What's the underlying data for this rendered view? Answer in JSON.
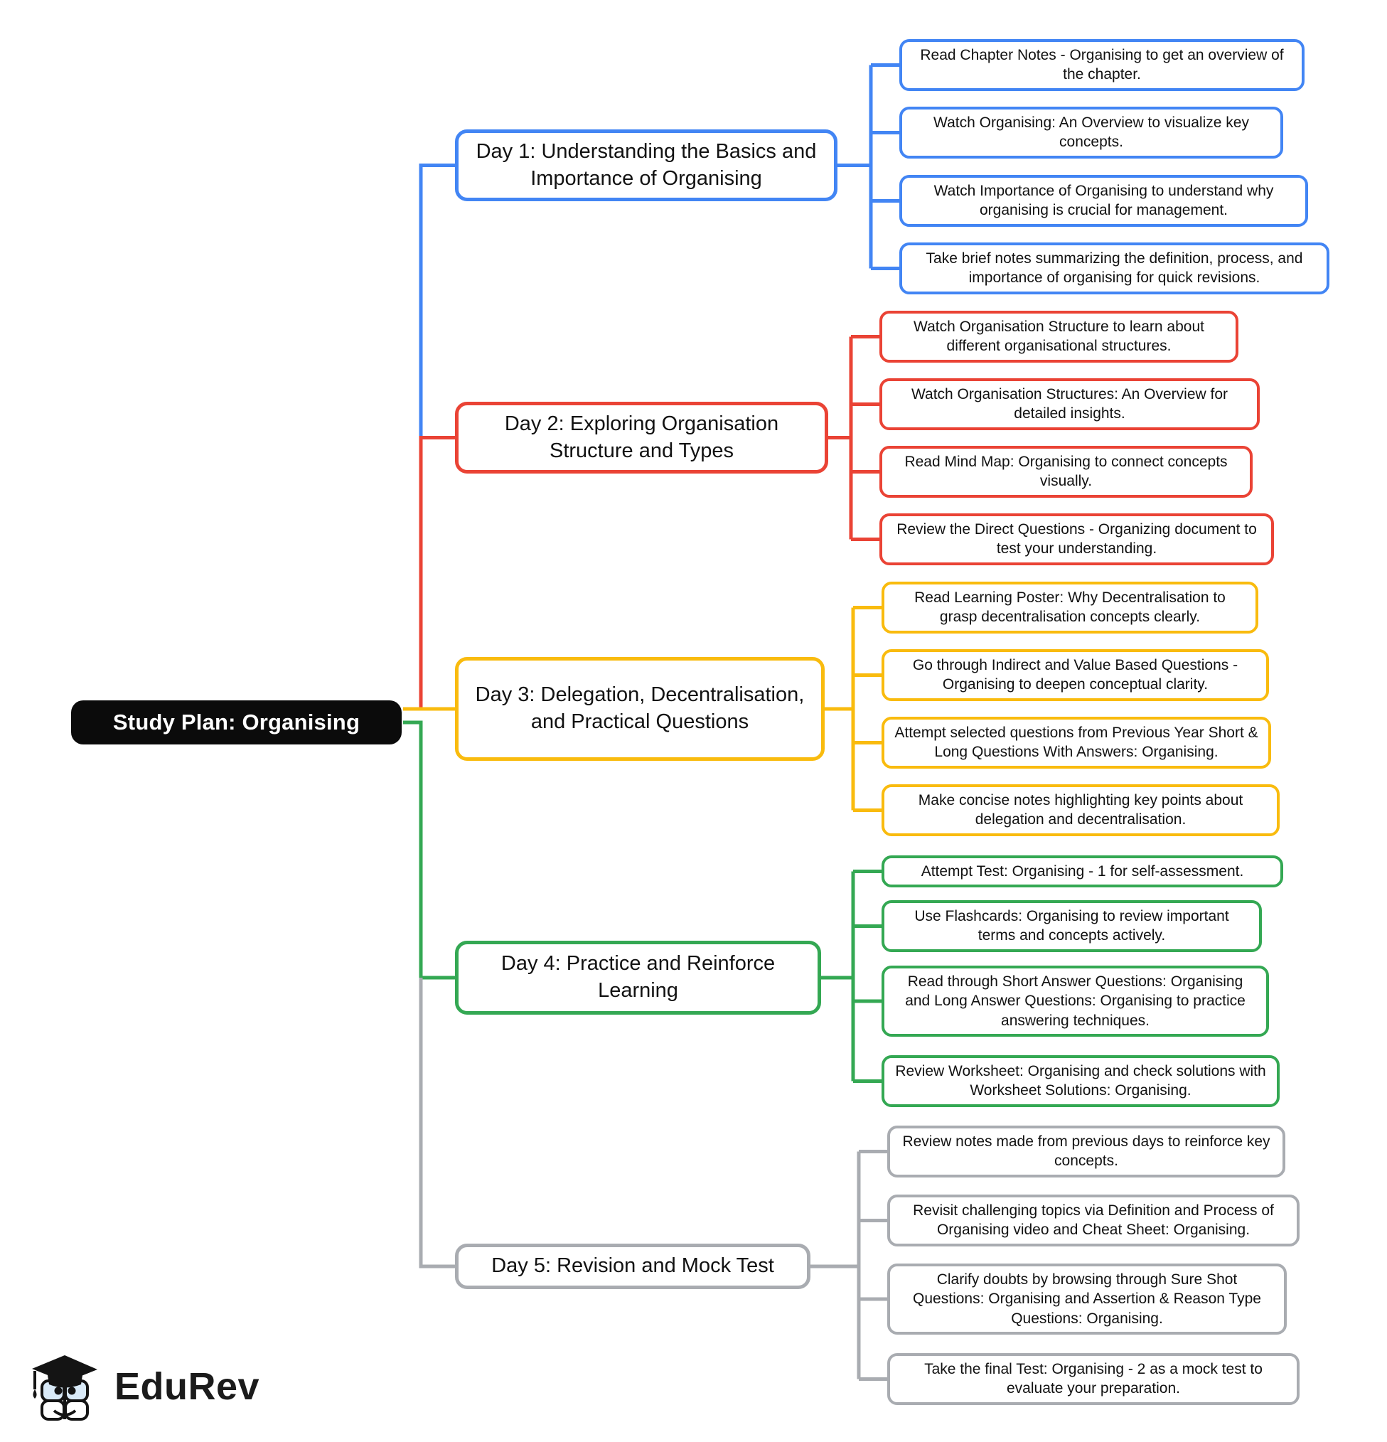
{
  "root": {
    "label": "Study Plan: Organising"
  },
  "logo": {
    "brand": "EduRev"
  },
  "colors": {
    "root_bg": "#0b0b0b",
    "day1_blue": "#4285F4",
    "day2_red": "#EA4335",
    "day3_yellow": "#F9BB0E",
    "day4_green": "#34A853",
    "day5_gray": "#A9ACB1"
  },
  "groups": [
    {
      "day": "Day 1: Understanding the Basics and Importance of Organising",
      "color": "#4285F4",
      "items": [
        "Read Chapter Notes - Organising to get an overview of the chapter.",
        "Watch Organising: An Overview to visualize key concepts.",
        "Watch Importance of Organising to understand why organising is crucial for management.",
        "Take brief notes summarizing the definition, process, and importance of organising for quick revisions."
      ]
    },
    {
      "day": "Day 2: Exploring Organisation Structure and Types",
      "color": "#EA4335",
      "items": [
        "Watch Organisation Structure to learn about different organisational structures.",
        "Watch Organisation Structures: An Overview for detailed insights.",
        "Read Mind Map: Organising to connect concepts visually.",
        "Review the Direct Questions - Organizing document to test your understanding."
      ]
    },
    {
      "day": "Day 3: Delegation, Decentralisation, and Practical Questions",
      "color": "#F9BB0E",
      "items": [
        "Read Learning Poster: Why Decentralisation to grasp decentralisation concepts clearly.",
        "Go through Indirect and Value Based Questions - Organising to deepen conceptual clarity.",
        "Attempt selected questions from Previous Year Short & Long Questions With Answers: Organising.",
        "Make concise notes highlighting key points about delegation and decentralisation."
      ]
    },
    {
      "day": "Day 4: Practice and Reinforce Learning",
      "color": "#34A853",
      "items": [
        "Attempt Test: Organising - 1 for self-assessment.",
        "Use Flashcards: Organising to review important terms and concepts actively.",
        "Read through Short Answer Questions: Organising and Long Answer Questions: Organising to practice answering techniques.",
        "Review Worksheet: Organising and check solutions with Worksheet Solutions: Organising."
      ]
    },
    {
      "day": "Day 5: Revision and Mock Test",
      "color": "#A9ACB1",
      "items": [
        "Review notes made from previous days to reinforce key concepts.",
        "Revisit challenging topics via Definition and Process of Organising video and Cheat Sheet: Organising.",
        "Clarify doubts by browsing through Sure Shot Questions: Organising and Assertion & Reason Type Questions: Organising.",
        "Take the final Test: Organising - 2 as a mock test to evaluate your preparation."
      ]
    }
  ]
}
